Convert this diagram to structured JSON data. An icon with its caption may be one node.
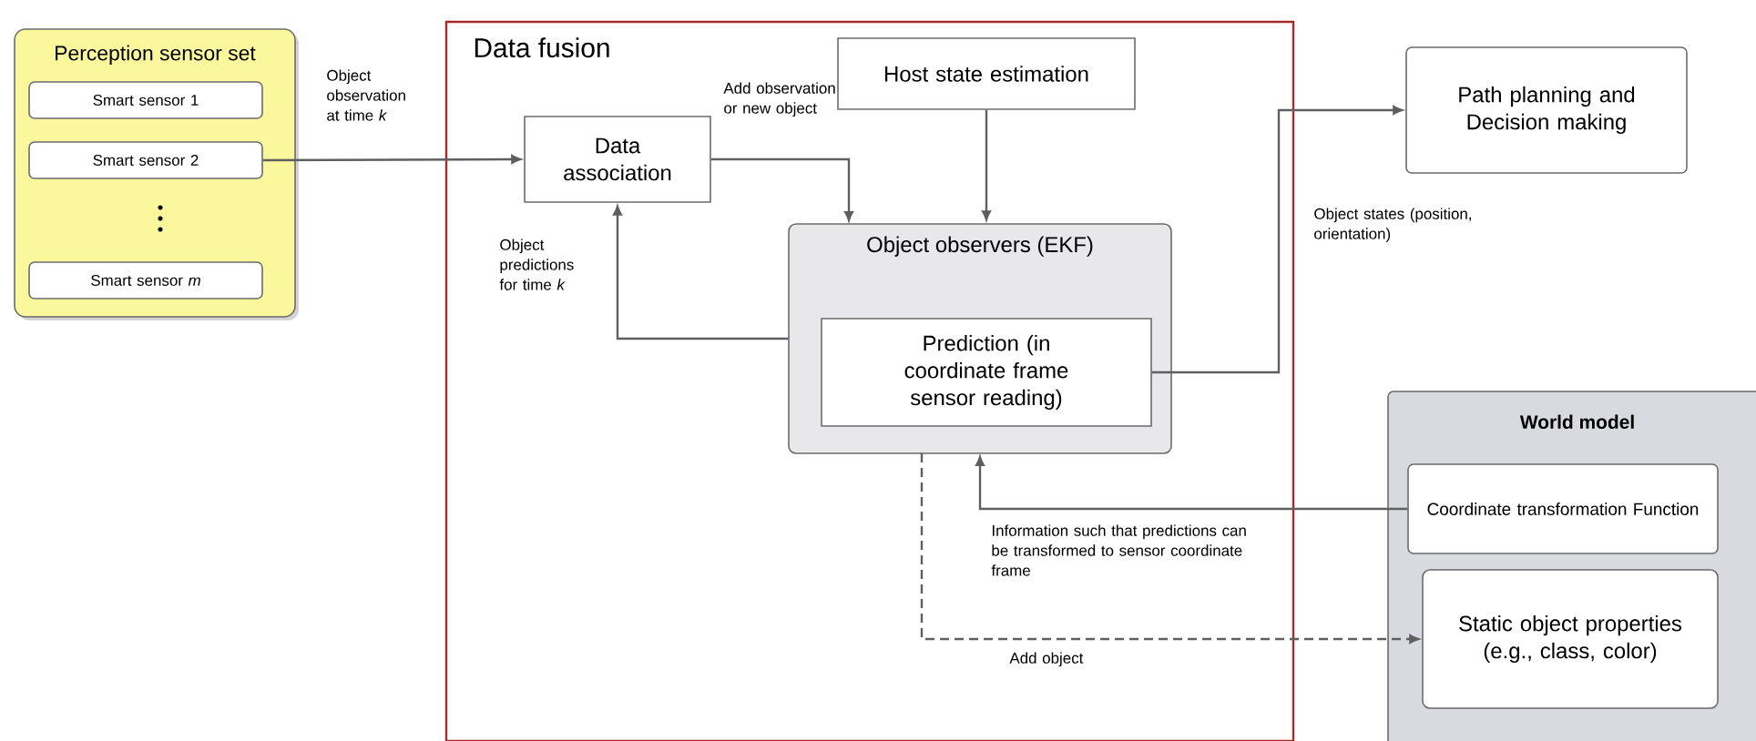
{
  "diagram": {
    "nodes": [
      {
        "text": [
          "Perception sensor set"
        ]
      },
      {
        "text": [
          "Smart sensor 1"
        ],
        "in": 0
      },
      {
        "text": [
          "Smart sensor 2"
        ],
        "in": 0
      },
      {
        "text": [
          "Smart sensor *m*"
        ],
        "in": 0
      },
      {
        "text": [
          "Data fusion"
        ]
      },
      {
        "text": [
          "Data association"
        ],
        "in": 4
      },
      {
        "text": [
          "Host state estimation"
        ],
        "in": 4
      },
      {
        "text": [
          "Object observers (EKF)"
        ],
        "in": 4
      },
      {
        "text": [
          "Prediction (in coordinate frame sensor reading)"
        ],
        "in": 7
      },
      {
        "text": [
          "Path planning and Decision making"
        ]
      },
      {
        "text": [
          "World model"
        ]
      },
      {
        "text": [
          "Coordinate transformation Function"
        ],
        "in": 10
      },
      {
        "text": [
          "Static object properties (e.g., class, color)"
        ],
        "in": 10
      }
    ],
    "edges": [
      {
        "from": 2,
        "to": 5,
        "arrow": "to",
        "label": "Object observation at time *k*"
      },
      {
        "from": 5,
        "to": 7,
        "arrow": "to",
        "label": "Add observation or new object"
      },
      {
        "from": 6,
        "to": 7,
        "arrow": "to"
      },
      {
        "from": 7,
        "to": 5,
        "arrow": "to",
        "label": "Object predictions for time *k*"
      },
      {
        "from": 8,
        "to": 9,
        "arrow": "to",
        "label": "Object states (position, orientation)"
      },
      {
        "from": 11,
        "to": 7,
        "arrow": "to",
        "label": "Information such that predictions can be transformed to sensor coordinate frame"
      },
      {
        "from": 7,
        "to": 12,
        "arrow": "to",
        "style": "dashed",
        "label": "Add object"
      }
    ]
  }
}
